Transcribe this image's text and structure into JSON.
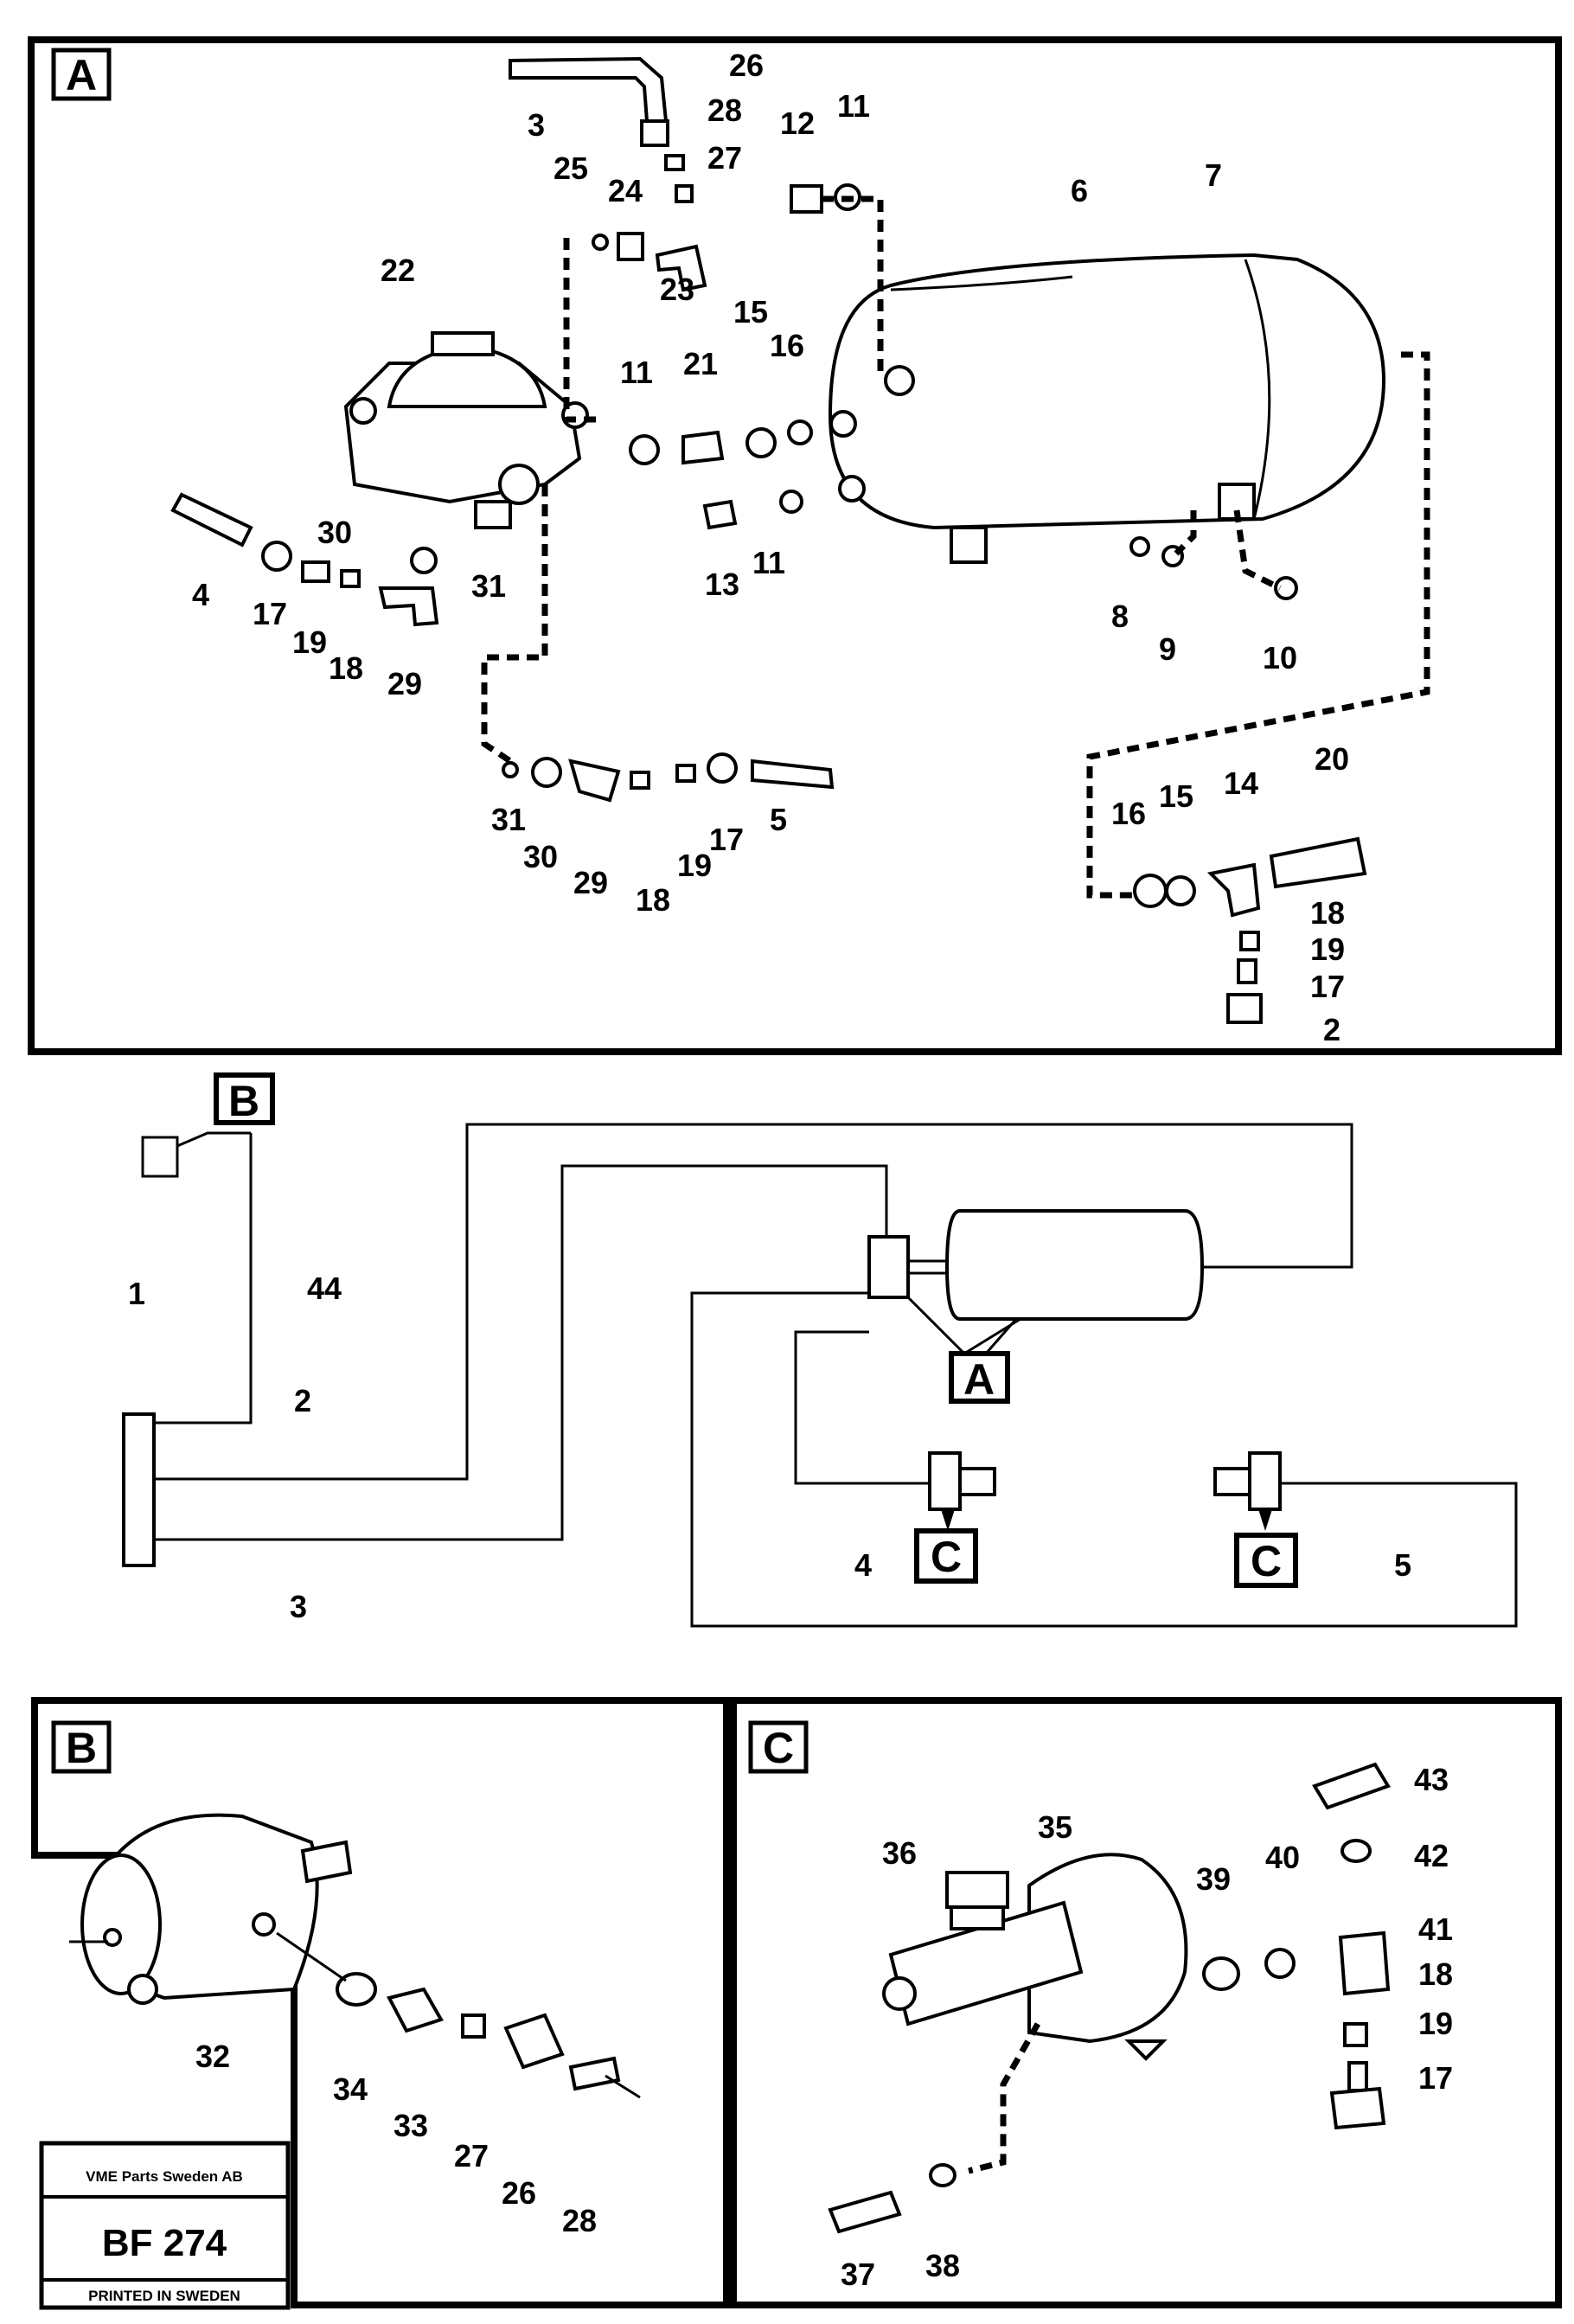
{
  "panels": {
    "a": {
      "letter": "A"
    },
    "b": {
      "letter": "B"
    },
    "c": {
      "letter": "C"
    }
  },
  "schematic": {
    "box_b": "B",
    "box_a": "A",
    "box_c_left": "C",
    "box_c_right": "C"
  },
  "stamp": {
    "company": "VME Parts Sweden AB",
    "code": "BF 274",
    "printed": "PRINTED IN SWEDEN"
  },
  "callouts": {
    "a": [
      "26",
      "3",
      "28",
      "27",
      "25",
      "24",
      "12",
      "11",
      "6",
      "7",
      "22",
      "23",
      "15",
      "16",
      "21",
      "11",
      "11",
      "13",
      "30",
      "31",
      "4",
      "17",
      "19",
      "18",
      "29",
      "8",
      "9",
      "10",
      "31",
      "30",
      "29",
      "18",
      "19",
      "17",
      "5",
      "20",
      "14",
      "16",
      "15",
      "18",
      "19",
      "17",
      "2"
    ],
    "s": [
      "44",
      "1",
      "2",
      "3",
      "4",
      "5"
    ],
    "b": [
      "32",
      "34",
      "33",
      "27",
      "26",
      "28"
    ],
    "c": [
      "43",
      "42",
      "36",
      "35",
      "39",
      "40",
      "41",
      "18",
      "19",
      "17",
      "37",
      "38"
    ]
  }
}
